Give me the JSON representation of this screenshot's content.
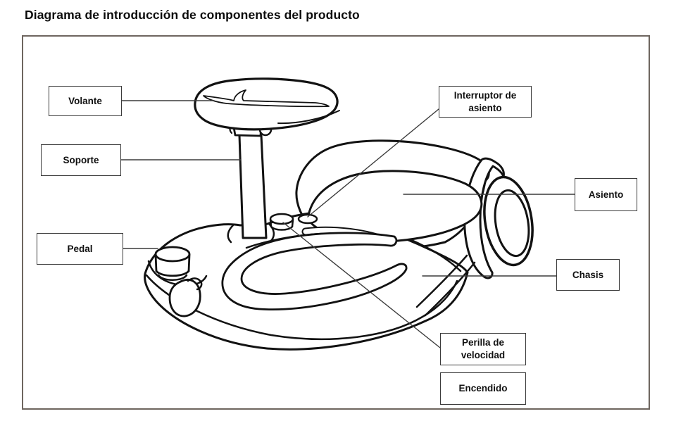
{
  "title": "Diagrama de introducción de componentes del producto",
  "colors": {
    "background": "#ffffff",
    "ink": "#121212",
    "box_border": "#3a3a3a",
    "frame_border": "#6e665f",
    "leader_line": "#3a3a3a"
  },
  "diagram": {
    "illustration": "ride-on-bumper-car-line-art",
    "labels": [
      {
        "id": "volante",
        "text": "Volante"
      },
      {
        "id": "soporte",
        "text": "Soporte"
      },
      {
        "id": "pedal",
        "text": "Pedal"
      },
      {
        "id": "interruptor-asiento",
        "text": "Interruptor de asiento"
      },
      {
        "id": "asiento",
        "text": "Asiento"
      },
      {
        "id": "chasis",
        "text": "Chasis"
      },
      {
        "id": "perilla-velocidad",
        "text": "Perilla de velocidad"
      },
      {
        "id": "encendido",
        "text": "Encendido"
      }
    ]
  }
}
